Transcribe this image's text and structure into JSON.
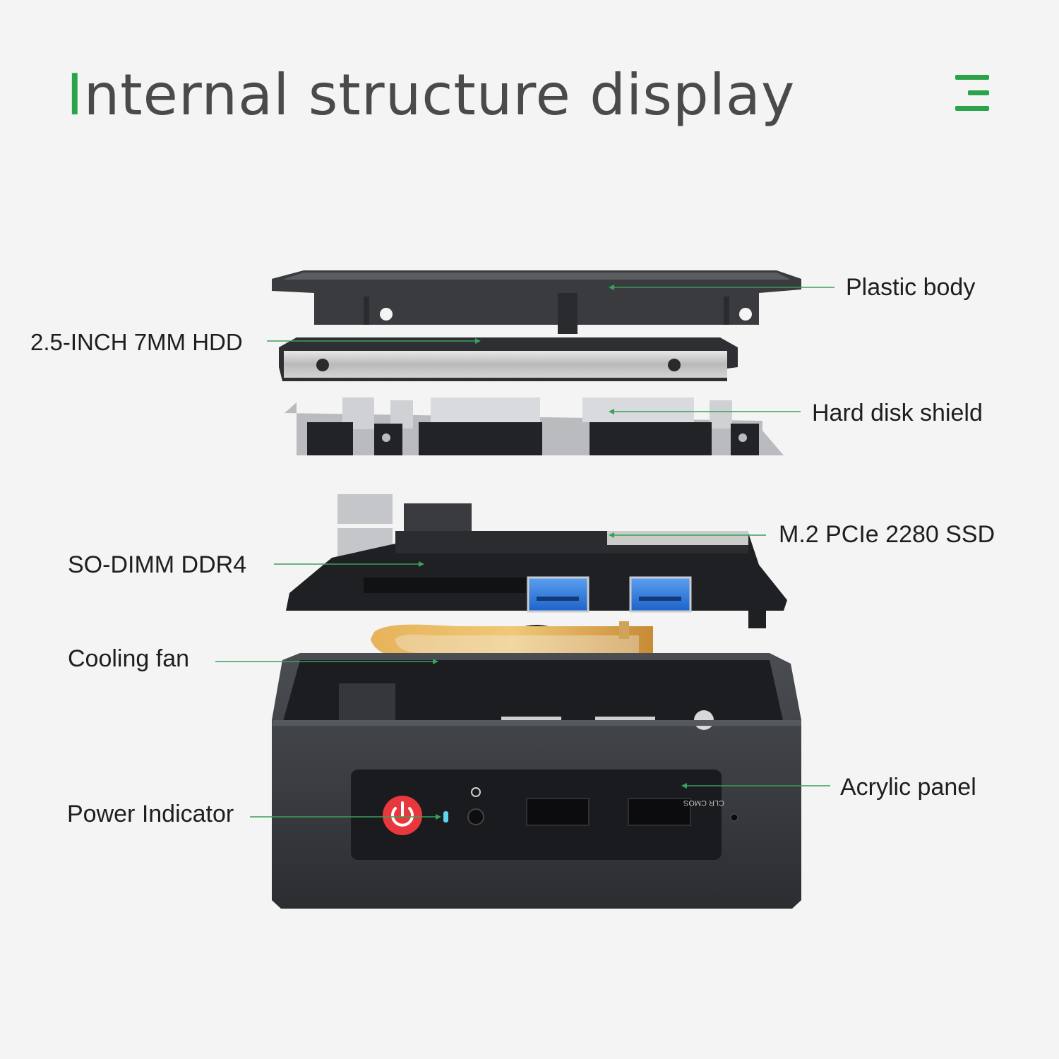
{
  "title": {
    "first_letter": "I",
    "rest": "nternal structure display",
    "accent_color": "#2aa34a"
  },
  "menu": {
    "icon": "menu-icon"
  },
  "labels": {
    "plastic_body": "Plastic body",
    "hdd": "2.5-INCH 7MM HDD",
    "hard_disk_shield": "Hard disk shield",
    "ssd": "M.2 PCIe 2280 SSD",
    "sodimm": "SO-DIMM DDR4",
    "cooling_fan": "Cooling fan",
    "acrylic_panel": "Acrylic panel",
    "power_indicator": "Power Indicator"
  },
  "device": {
    "clr_cmos": "CLR CMOS",
    "power_button_color": "#e8383d",
    "indicator_color": "#5fd4f0",
    "usb_color": "#2f7fe0",
    "heatsink_color": "#d9a24a"
  },
  "leader_line_color": "#3aa05a"
}
